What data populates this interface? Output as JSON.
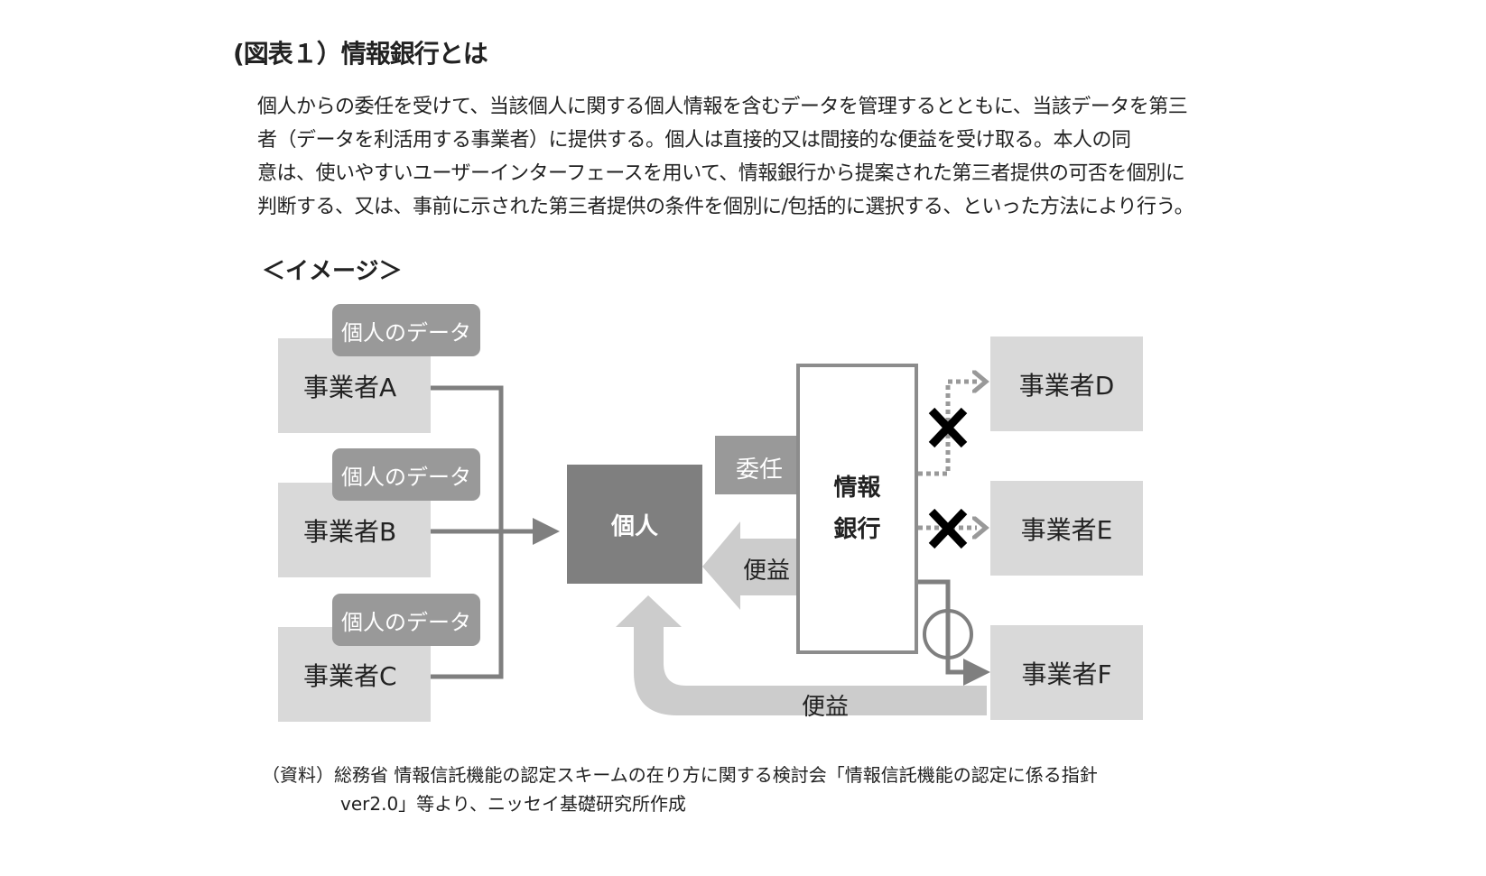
{
  "title": "(図表１）情報銀行とは",
  "paragraph": [
    "個人からの委任を受けて、当該個人に関する個人情報を含むデータを管理するとともに、当該データを第三",
    "者（データを利活用する事業者）に提供する。個人は直接的又は間接的な便益を受け取る。本人の同",
    "意は、使いやすいユーザーインターフェースを用いて、情報銀行から提案された第三者提供の可否を個別に",
    "判断する、又は、事前に示された第三者提供の条件を個別に/包括的に選択する、といった方法により行う。"
  ],
  "image_label": "＜イメージ＞",
  "diagram": {
    "data_tag": "個人のデータ",
    "providers": [
      "事業者A",
      "事業者B",
      "事業者C"
    ],
    "individual": "個人",
    "entrust": "委任",
    "benefit": "便益",
    "bank_line1": "情報",
    "bank_line2": "銀行",
    "recipients": [
      "事業者D",
      "事業者E",
      "事業者F"
    ],
    "benefit_bottom": "便益",
    "colors": {
      "box": "#d9d9d9",
      "tag": "#999999",
      "individual": "#7f7f7f",
      "line": "#7f7f7f",
      "arrow_light": "#cccccc"
    }
  },
  "footer": {
    "line1": "（資料）総務省 情報信託機能の認定スキームの在り方に関する検討会「情報信託機能の認定に係る指針",
    "line2": "ver2.0」等より、ニッセイ基礎研究所作成"
  }
}
